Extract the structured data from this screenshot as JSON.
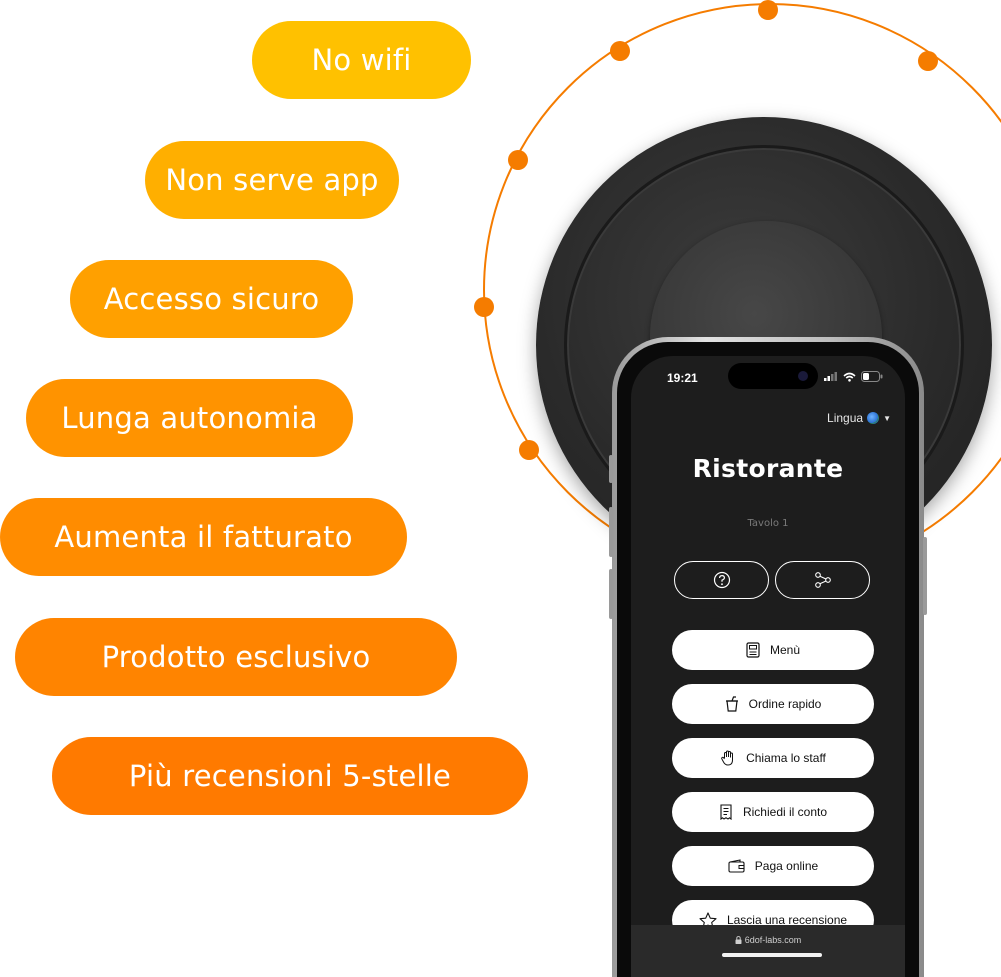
{
  "features": [
    {
      "label": "No wifi",
      "color": "#FFC100"
    },
    {
      "label": "Non serve app",
      "color": "#FFAF00"
    },
    {
      "label": "Accesso sicuro",
      "color": "#FFA000"
    },
    {
      "label": "Lunga autonomia",
      "color": "#FF9300"
    },
    {
      "label": "Aumenta il fatturato",
      "color": "#FF8C00"
    },
    {
      "label": "Prodotto esclusivo",
      "color": "#FF8400"
    },
    {
      "label": "Più recensioni 5-stelle",
      "color": "#FF7A00"
    }
  ],
  "accent_color": "#F57C00",
  "phone": {
    "status_time": "19:21",
    "language_label": "Lingua",
    "title": "Ristorante",
    "subtitle": "Tavolo 1",
    "icon_buttons": [
      {
        "icon": "help-icon"
      },
      {
        "icon": "share-icon"
      }
    ],
    "actions": [
      {
        "label": "Menù",
        "icon": "menu-card-icon"
      },
      {
        "label": "Ordine rapido",
        "icon": "cup-icon"
      },
      {
        "label": "Chiama lo staff",
        "icon": "hand-icon"
      },
      {
        "label": "Richiedi il conto",
        "icon": "receipt-icon"
      },
      {
        "label": "Paga online",
        "icon": "wallet-icon"
      },
      {
        "label": "Lascia una recensione",
        "icon": "star-icon"
      }
    ],
    "url": "6dof-labs.com"
  }
}
